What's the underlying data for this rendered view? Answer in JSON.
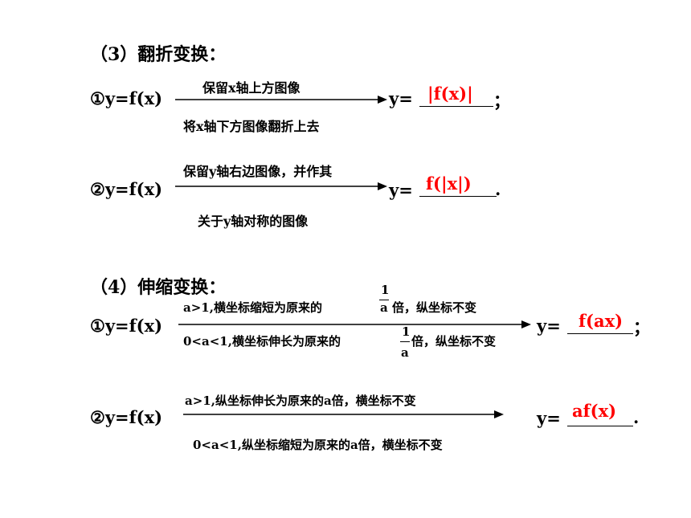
{
  "section3": {
    "heading": "（3）翻折变换：",
    "item1": {
      "lhs": "①y=f(x)",
      "above": "保留x轴上方图像",
      "below": "将x轴下方图像翻折上去",
      "rhs": "y=",
      "answer": "|f(x)|",
      "end": "；"
    },
    "item2": {
      "lhs": "②y=f(x)",
      "above": "保留y轴右边图像，并作其",
      "below": "关于y轴对称的图像",
      "rhs": "y=",
      "answer": "f(|x|)",
      "end": "."
    }
  },
  "section4": {
    "heading": "（4）伸缩变换：",
    "item1": {
      "lhs": "①y=f(x)",
      "above_pre": "a>1,横坐标缩短为原来的",
      "above_frac_num": "1",
      "above_frac_den": "a",
      "above_post": "倍，纵坐标不变",
      "below_pre": "0<a<1,横坐标伸长为原来的",
      "below_frac_num": "1",
      "below_frac_den": "a",
      "below_post": "倍，纵坐标不变",
      "rhs": "y=",
      "answer": "f(ax)",
      "end": "；"
    },
    "item2": {
      "lhs": "②y=f(x)",
      "above": "a>1,纵坐标伸长为原来的a倍，横坐标不变",
      "below": "0<a<1,纵坐标缩短为原来的a倍，横坐标不变",
      "rhs": "y=",
      "answer": "af(x)",
      "end": "."
    }
  }
}
